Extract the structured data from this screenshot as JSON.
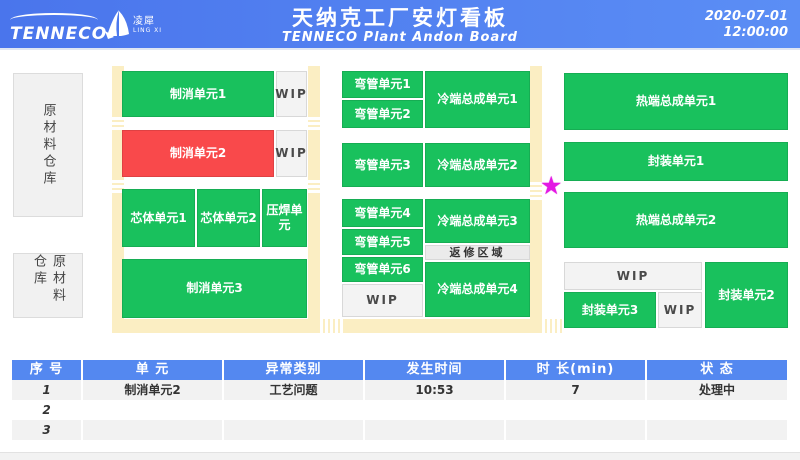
{
  "header": {
    "brand": "TENNECO",
    "partner_cn": "凌犀",
    "partner_en": "LING XI",
    "title_cn": "天纳克工厂安灯看板",
    "title_en": "TENNECO Plant Andon Board",
    "date": "2020-07-01",
    "time": "12:00:00"
  },
  "colors": {
    "header_blue_start": "#4a75ec",
    "header_blue_end": "#5b8ef5",
    "unit_green": "#19c15d",
    "alarm_red": "#f9494b",
    "corridor_yellow": "#fbeec3",
    "table_header_blue": "#5488f0",
    "star_magenta": "#e318e3"
  },
  "icons": {
    "star": "★"
  },
  "plant": {
    "warehouse_label": "原材料仓库",
    "wip_label": "WIP",
    "units": {
      "zhixiao1": "制消单元1",
      "zhixiao2": "制消单元2",
      "zhixiao3": "制消单元3",
      "xinti1": "芯体单元1",
      "xinti2": "芯体单元2",
      "yahan": "压焊单元",
      "wanguan1": "弯管单元1",
      "wanguan2": "弯管单元2",
      "wanguan3": "弯管单元3",
      "wanguan4": "弯管单元4",
      "wanguan5": "弯管单元5",
      "wanguan6": "弯管单元6",
      "lengduan1": "冷端总成单元1",
      "lengduan2": "冷端总成单元2",
      "lengduan3": "冷端总成单元3",
      "lengduan4": "冷端总成单元4",
      "fanxiu": "返修区域",
      "reduan1": "热端总成单元1",
      "reduan2": "热端总成单元2",
      "fengzhuang1": "封装单元1",
      "fengzhuang2": "封装单元2",
      "fengzhuang3": "封装单元3"
    }
  },
  "table": {
    "headers": [
      "序 号",
      "单 元",
      "异常类别",
      "发生时间",
      "时 长(min)",
      "状 态"
    ],
    "rows": [
      [
        "1",
        "制消单元2",
        "工艺问题",
        "10:53",
        "7",
        "处理中"
      ],
      [
        "2",
        "",
        "",
        "",
        "",
        ""
      ],
      [
        "3",
        "",
        "",
        "",
        "",
        ""
      ]
    ]
  }
}
